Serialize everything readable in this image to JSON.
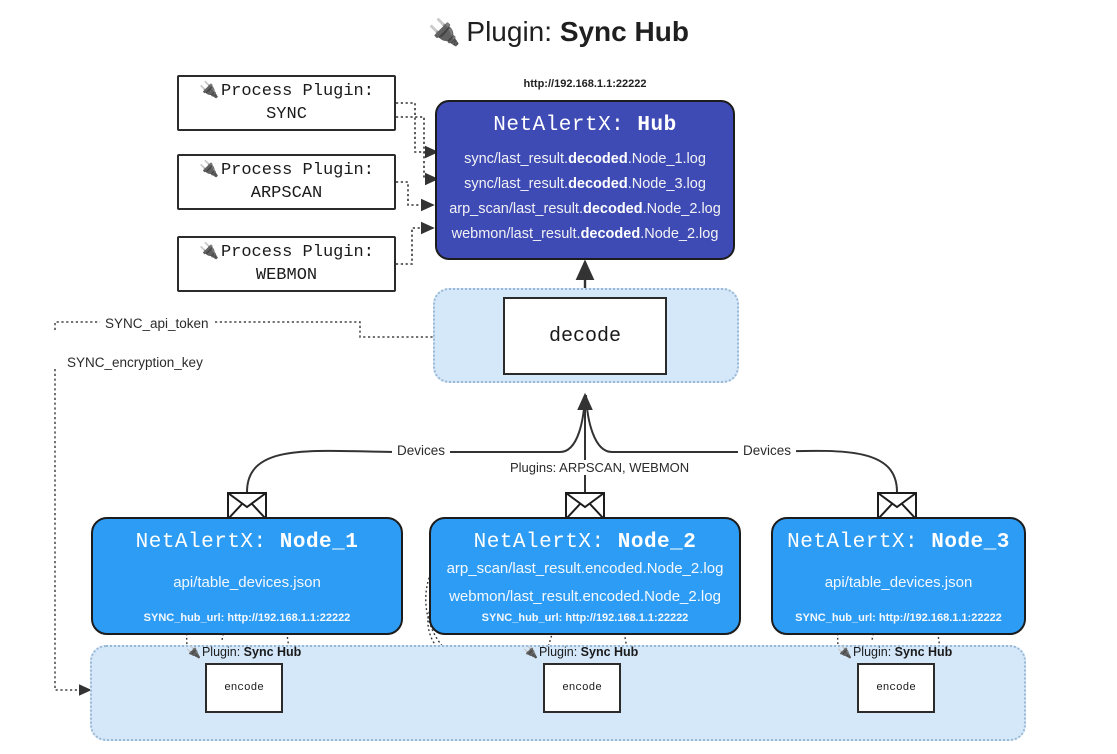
{
  "title": {
    "icon": "plug-icon",
    "prefix": "Plugin:",
    "name": "Sync Hub"
  },
  "process_plugins": [
    {
      "icon": "plug-icon",
      "line1": "Process Plugin:",
      "line2": "SYNC"
    },
    {
      "icon": "plug-icon",
      "line1": "Process Plugin:",
      "line2": "ARPSCAN"
    },
    {
      "icon": "plug-icon",
      "line1": "Process Plugin:",
      "line2": "WEBMON"
    }
  ],
  "hub": {
    "url_label": "http://192.168.1.1:22222",
    "title_prefix": "NetAlertX:",
    "title_name": "Hub",
    "lines": [
      {
        "pre": "sync/last_result.",
        "bold": "decoded",
        "post": ".Node_1.log"
      },
      {
        "pre": "sync/last_result.",
        "bold": "decoded",
        "post": ".Node_3.log"
      },
      {
        "pre": "arp_scan/last_result.",
        "bold": "decoded",
        "post": ".Node_2.log"
      },
      {
        "pre": "webmon/last_result.",
        "bold": "decoded",
        "post": ".Node_2.log"
      }
    ]
  },
  "decode": {
    "label": "decode"
  },
  "secrets": [
    {
      "label": "SYNC_api_token"
    },
    {
      "label": "SYNC_encryption_key"
    }
  ],
  "edge_labels": {
    "devices_left": "Devices",
    "devices_right": "Devices",
    "plugins_middle": "Plugins: ARPSCAN, WEBMON"
  },
  "nodes": [
    {
      "title_prefix": "NetAlertX:",
      "title_name": "Node_1",
      "lines": [
        "api/table_devices.json"
      ],
      "hub_url": "SYNC_hub_url: http://192.168.1.1:22222",
      "envelope_icon": "envelope-icon"
    },
    {
      "title_prefix": "NetAlertX:",
      "title_name": "Node_2",
      "lines": [
        "arp_scan/last_result.encoded.Node_2.log",
        "webmon/last_result.encoded.Node_2.log"
      ],
      "hub_url": "SYNC_hub_url: http://192.168.1.1:22222",
      "envelope_icon": "envelope-icon"
    },
    {
      "title_prefix": "NetAlertX:",
      "title_name": "Node_3",
      "lines": [
        "api/table_devices.json"
      ],
      "hub_url": "SYNC_hub_url: http://192.168.1.1:22222",
      "envelope_icon": "envelope-icon"
    }
  ],
  "encoders": [
    {
      "plugin_prefix": "Plugin:",
      "plugin_name": "Sync Hub",
      "label": "encode",
      "icon": "plug-icon"
    },
    {
      "plugin_prefix": "Plugin:",
      "plugin_name": "Sync Hub",
      "label": "encode",
      "icon": "plug-icon"
    },
    {
      "plugin_prefix": "Plugin:",
      "plugin_name": "Sync Hub",
      "label": "encode",
      "icon": "plug-icon"
    }
  ],
  "colors": {
    "hub": "#3f4bb5",
    "node": "#2d9cf5",
    "panel": "#d5e8fa",
    "panel_border": "#9ab8d4",
    "stroke": "#2b2b2b"
  }
}
